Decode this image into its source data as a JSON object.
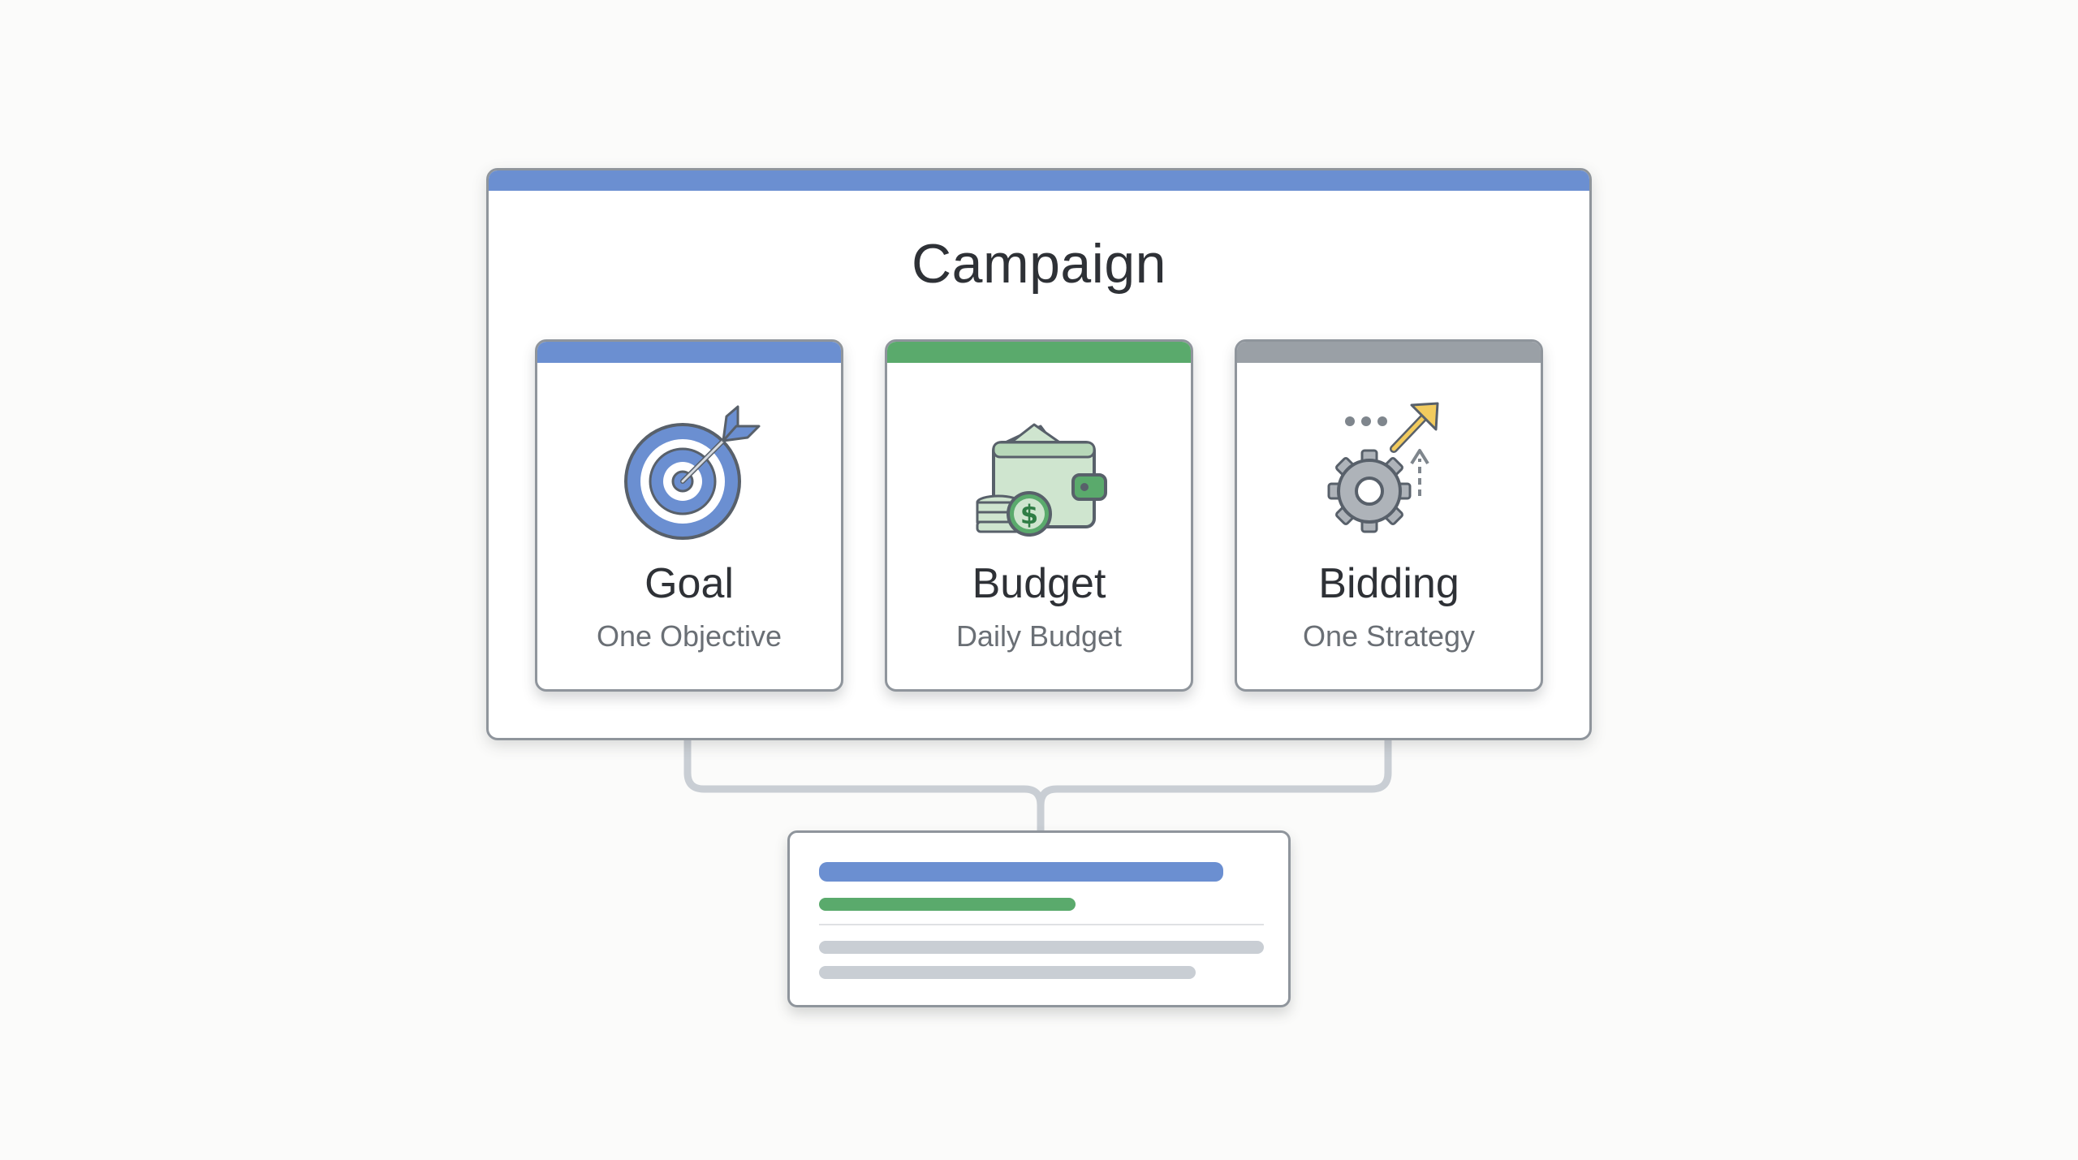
{
  "campaign": {
    "title": "Campaign",
    "accent_color": "#6b8fd1"
  },
  "cards": [
    {
      "title": "Goal",
      "subtitle": "One Objective",
      "icon": "target-icon",
      "bar_color": "#6b8fd1"
    },
    {
      "title": "Budget",
      "subtitle": "Daily Budget",
      "icon": "wallet-icon",
      "bar_color": "#5aaa6c"
    },
    {
      "title": "Bidding",
      "subtitle": "One Strategy",
      "icon": "gear-arrow-icon",
      "bar_color": "#9aa0a6"
    }
  ],
  "result": {
    "line_colors": [
      "#6b8fd1",
      "#5aaa6c",
      "#c9ced4",
      "#c9ced4"
    ]
  }
}
